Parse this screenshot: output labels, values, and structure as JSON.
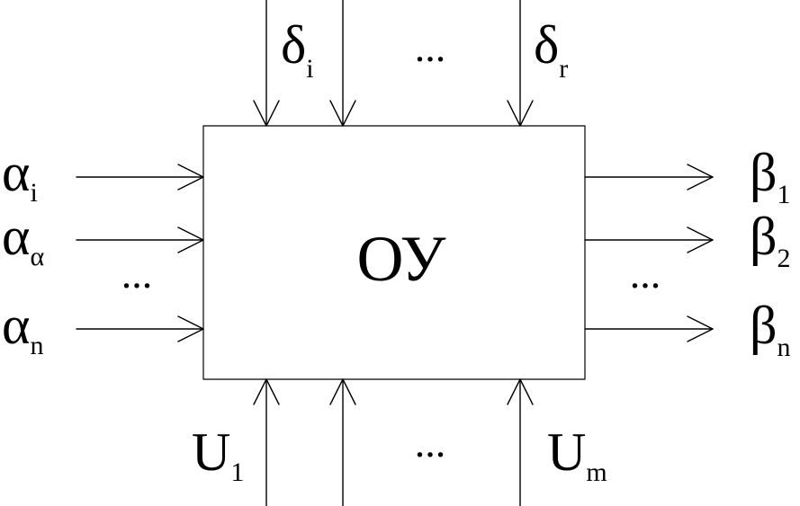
{
  "center_label": "ОУ",
  "top_inputs": {
    "delta_first": {
      "symbol": "δ",
      "subscript": "i"
    },
    "ellipsis": "...",
    "delta_last": {
      "symbol": "δ",
      "subscript": "r"
    }
  },
  "left_inputs": {
    "alpha_first": {
      "symbol": "α",
      "subscript": "i"
    },
    "alpha_second": {
      "symbol": "α",
      "subscript": "α"
    },
    "ellipsis": "...",
    "alpha_last": {
      "symbol": "α",
      "subscript": "n"
    }
  },
  "right_outputs": {
    "beta_first": {
      "symbol": "β",
      "subscript": "1"
    },
    "beta_second": {
      "symbol": "β",
      "subscript": "2"
    },
    "ellipsis": "...",
    "beta_last": {
      "symbol": "β",
      "subscript": "n"
    }
  },
  "bottom_inputs": {
    "u_first": {
      "symbol": "U",
      "subscript": "1"
    },
    "ellipsis": "...",
    "u_last": {
      "symbol": "U",
      "subscript": "m"
    }
  }
}
